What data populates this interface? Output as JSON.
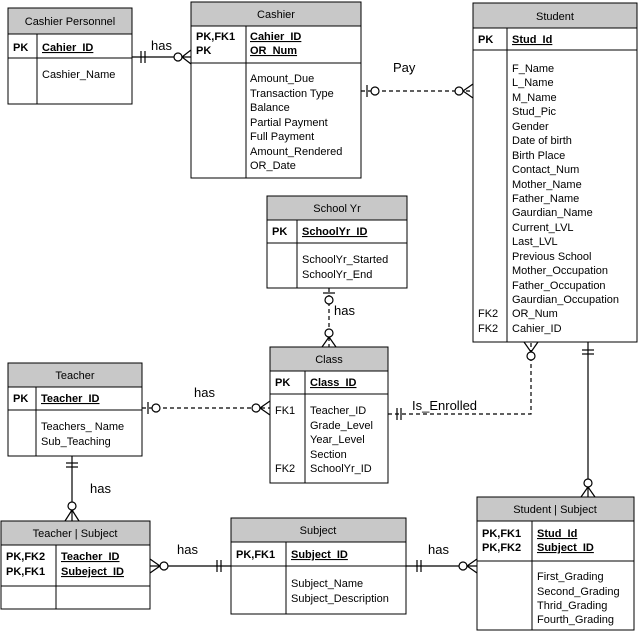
{
  "entities": {
    "cashier_personnel": {
      "title": "Cashier Personnel",
      "key_label": "PK",
      "key_field": "Cahier_ID",
      "fields": [
        "Cashier_Name"
      ]
    },
    "cashier": {
      "title": "Cashier",
      "key_labels": [
        "PK,FK1",
        "PK"
      ],
      "key_fields": [
        "Cahier_ID",
        "OR_Num"
      ],
      "fields": [
        "Amount_Due",
        "Transaction Type",
        "Balance",
        "Partial Payment",
        "Full Payment",
        "Amount_Rendered",
        "OR_Date"
      ]
    },
    "student": {
      "title": "Student",
      "key_label": "PK",
      "key_field": "Stud_Id",
      "fields": [
        "F_Name",
        "L_Name",
        "M_Name",
        "Stud_Pic",
        "Gender",
        "Date of birth",
        "Birth Place",
        "Contact_Num",
        "Mother_Name",
        "Father_Name",
        "Gaurdian_Name",
        "Current_LVL",
        "Last_LVL",
        "Previous School",
        "Mother_Occupation",
        "Father_Occupation",
        "Gaurdian_Occupation",
        "OR_Num",
        "Cahier_ID"
      ],
      "fk_labels": [
        "FK2",
        "FK2"
      ]
    },
    "school_yr": {
      "title": "School Yr",
      "key_label": "PK",
      "key_field": "SchoolYr_ID",
      "fields": [
        "SchoolYr_Started",
        "SchoolYr_End"
      ]
    },
    "class": {
      "title": "Class",
      "key_label": "PK",
      "key_field": "Class_ID",
      "fields": [
        "Teacher_ID",
        "Grade_Level",
        "Year_Level",
        "Section",
        "SchoolYr_ID"
      ],
      "fk_labels": [
        "FK1",
        "FK2"
      ]
    },
    "teacher": {
      "title": "Teacher",
      "key_label": "PK",
      "key_field": "Teacher_ID",
      "fields": [
        "Teachers_ Name",
        "Sub_Teaching"
      ]
    },
    "teacher_subject": {
      "title": "Teacher | Subject",
      "key_labels": [
        "PK,FK2",
        "PK,FK1"
      ],
      "key_fields": [
        "Teacher_ID",
        "Subeject_ID"
      ]
    },
    "subject": {
      "title": "Subject",
      "key_label": "PK,FK1",
      "key_field": "Subject_ID",
      "fields": [
        "Subject_Name",
        "Subject_Description"
      ]
    },
    "student_subject": {
      "title": "Student | Subject",
      "key_labels": [
        "PK,FK1",
        "PK,FK2"
      ],
      "key_fields": [
        "Stud_Id",
        "Subject_ID"
      ],
      "fields": [
        "First_Grading",
        "Second_Grading",
        "Thrid_Grading",
        "Fourth_Grading"
      ]
    }
  },
  "relationships": {
    "personnel_cashier": "has",
    "cashier_student": "Pay",
    "schoolyr_class": "has",
    "teacher_class": "has",
    "class_student": "Is_Enrolled",
    "teacher_teachersubject": "has",
    "teachersubject_subject": "has",
    "subject_studentsubject": "has"
  }
}
